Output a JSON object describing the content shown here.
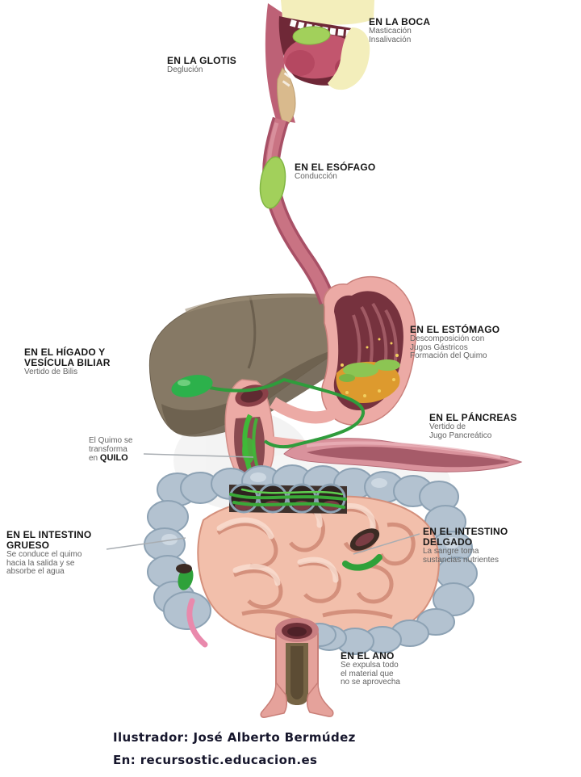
{
  "labels": {
    "boca": {
      "title": "EN LA BOCA",
      "lines": [
        "Masticación",
        "Insalivación"
      ]
    },
    "glotis": {
      "title": "EN LA GLOTIS",
      "lines": [
        "Deglución"
      ]
    },
    "esofago": {
      "title": "EN EL ESÓFAGO",
      "lines": [
        "Conducción"
      ]
    },
    "estomago": {
      "title": "EN EL ESTÓMAGO",
      "lines": [
        "Descomposición con",
        "Jugos Gástricos",
        "Formación del Quimo"
      ]
    },
    "higado": {
      "title_lines": [
        "EN EL HÍGADO Y",
        "VESÍCULA BILIAR"
      ],
      "lines": [
        "Vertido de Bilis"
      ]
    },
    "pancreas": {
      "title": "EN EL PÁNCREAS",
      "lines": [
        "Vertido de",
        "Jugo Pancreático"
      ]
    },
    "quilo": {
      "lines": [
        "El Quimo se",
        "transforma"
      ],
      "prefix": "en ",
      "bold": "QUILO"
    },
    "grueso": {
      "title_lines": [
        "EN EL INTESTINO",
        "GRUESO"
      ],
      "lines": [
        "Se conduce el quimo",
        "hacia la salida y se",
        "absorbe el agua"
      ]
    },
    "delgado": {
      "title_lines": [
        "EN EL INTESTINO",
        "DELGADO"
      ],
      "lines": [
        "La sangre toma",
        "sustancias nutrientes"
      ]
    },
    "ano": {
      "title": "EN EL ANO",
      "lines": [
        "Se expulsa todo",
        "el material que",
        "no se aprovecha"
      ]
    }
  },
  "footer": {
    "illustrator": "Ilustrador: José Alberto Bermúdez",
    "source": "En: recursostic.educacion.es"
  },
  "colors": {
    "background": "#ffffff",
    "label_title": "#161616",
    "label_body": "#636363",
    "footer_text": "#16162c",
    "esophagus": "#c96f80",
    "bolus_green": "#a2d05b",
    "liver": "#867965",
    "gallbladder": "#2cb14b",
    "bile_duct": "#2f9c3c",
    "stomach_wall": "#ecaaa5",
    "stomach_interior": "#76323e",
    "chyme_orange": "#dd9a2e",
    "chyme_green": "#8cc553",
    "duodenum_green": "#3fb838",
    "pancreas": "#d9929c",
    "colon": "#b3c2d0",
    "small_intestine": "#f2bfab",
    "appendix": "#e989ac",
    "rectum": "#e5a29b"
  }
}
